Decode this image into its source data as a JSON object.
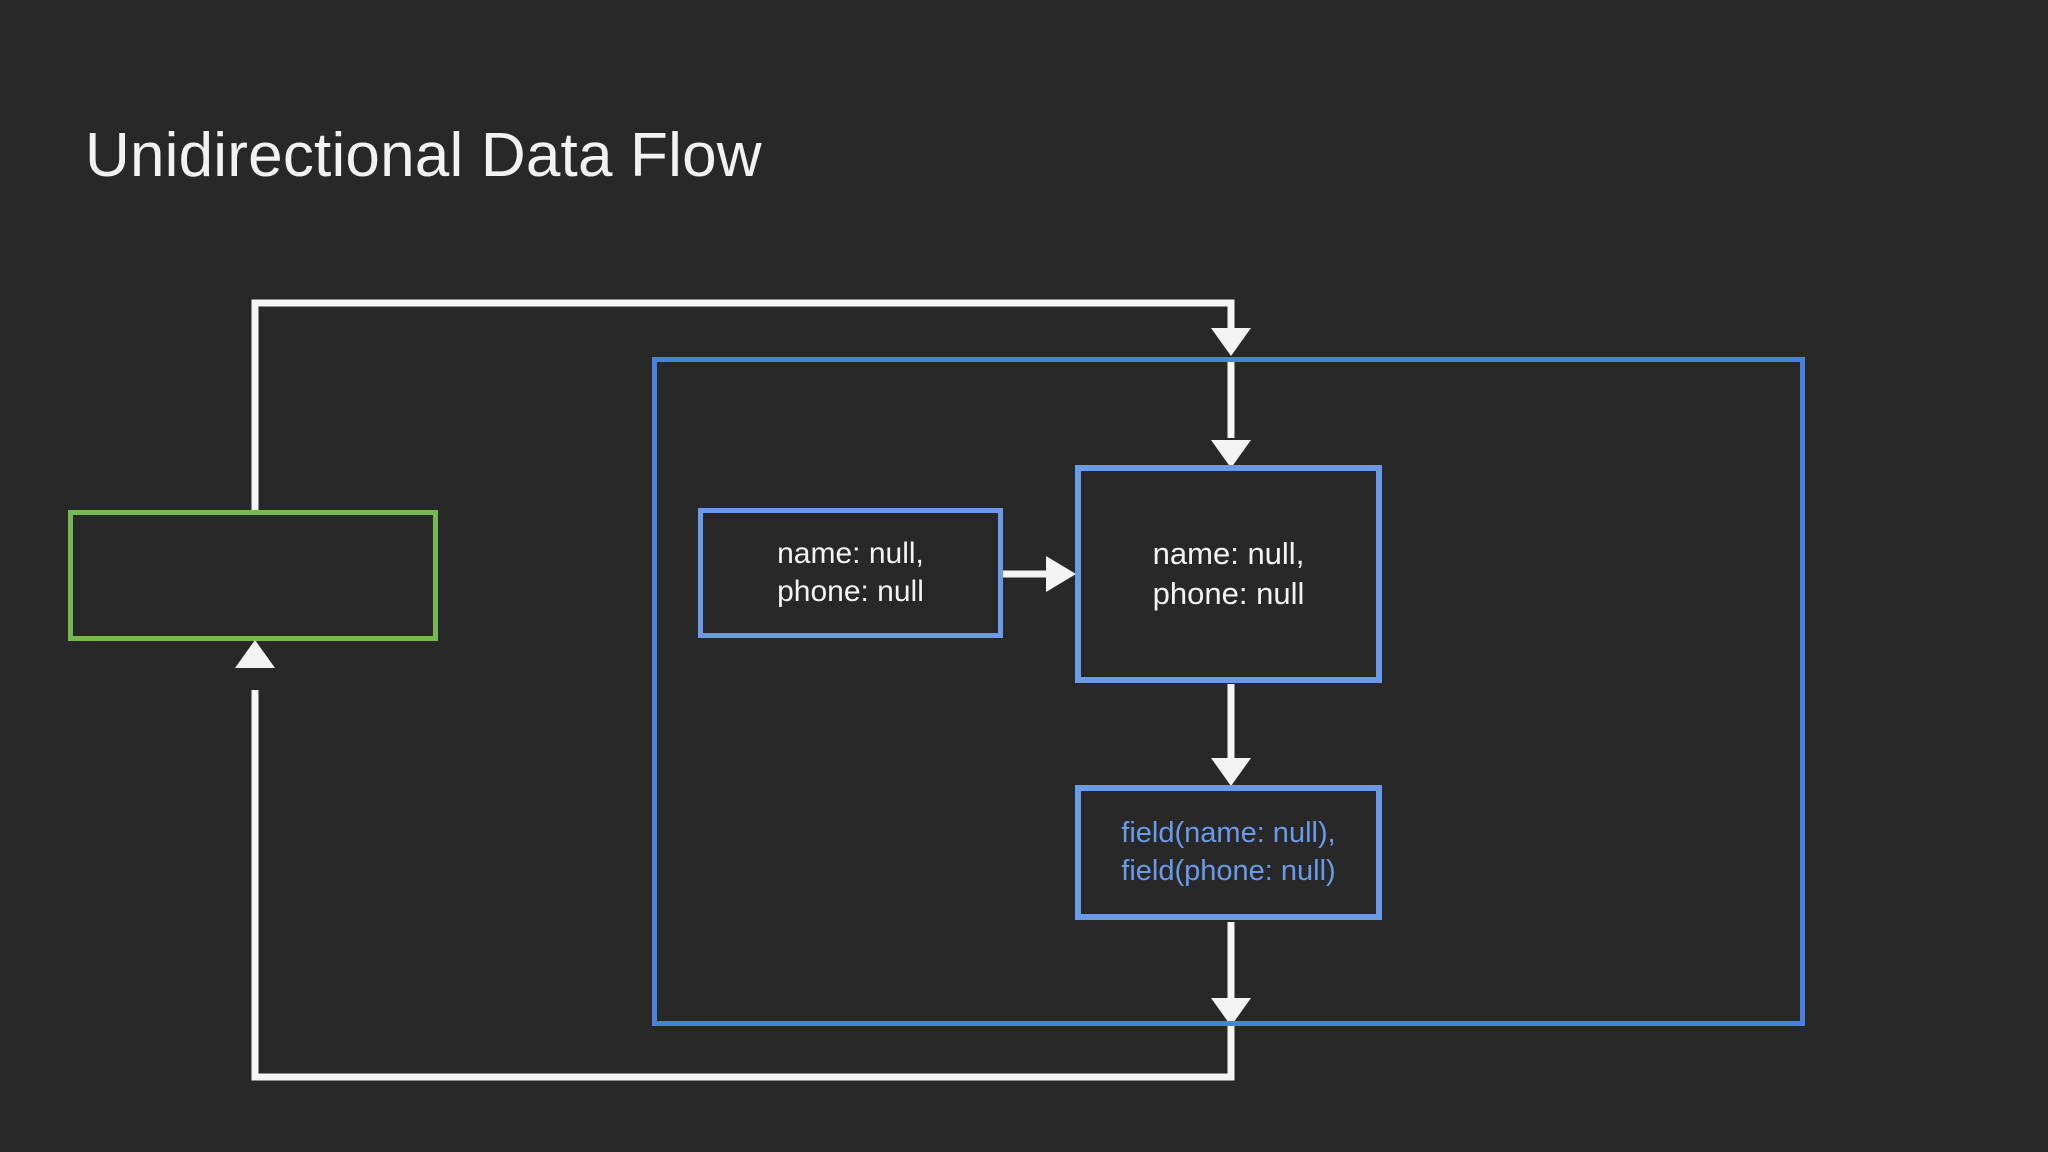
{
  "slide": {
    "title": "Unidirectional Data Flow",
    "background_color": "#282828",
    "title_color": "#f2f2f2"
  },
  "colors": {
    "green_border": "#76b852",
    "blue_border": "#4a80e0",
    "blue_node_border": "#6b9ae8",
    "blue_text": "#6b9ae8",
    "white_text": "#f4f4f4",
    "connector": "#f4f4f4"
  },
  "nodes": {
    "store": {
      "label": "",
      "shape": "rectangle",
      "border_color": "#76b852"
    },
    "container": {
      "label": "",
      "shape": "rectangle",
      "border_color": "#4a80e0"
    },
    "props": {
      "label": "name: null,\nphone: null",
      "shape": "rectangle",
      "border_color": "#6b9ae8",
      "text_color": "#f4f4f4"
    },
    "state": {
      "label": "name: null,\nphone: null",
      "shape": "rectangle",
      "border_color": "#6b9ae8",
      "text_color": "#f4f4f4"
    },
    "fields": {
      "label": "field(name: null),\nfield(phone: null)",
      "shape": "rectangle",
      "border_color": "#6b9ae8",
      "text_color": "#6b9ae8"
    }
  },
  "connectors": [
    {
      "id": "store-to-container",
      "from": "store",
      "to": "container",
      "direction": "down",
      "arrowheads": 1
    },
    {
      "id": "container-to-state",
      "from": "container",
      "to": "state",
      "direction": "down",
      "arrowheads": 1
    },
    {
      "id": "props-to-state",
      "from": "props",
      "to": "state",
      "direction": "right",
      "arrowheads": 1
    },
    {
      "id": "state-to-fields",
      "from": "state",
      "to": "fields",
      "direction": "down",
      "arrowheads": 1
    },
    {
      "id": "fields-to-container-bottom",
      "from": "fields",
      "to": "container",
      "direction": "down",
      "arrowheads": 1
    },
    {
      "id": "container-back-to-store",
      "from": "container",
      "to": "store",
      "direction": "up",
      "arrowheads": 1
    }
  ]
}
